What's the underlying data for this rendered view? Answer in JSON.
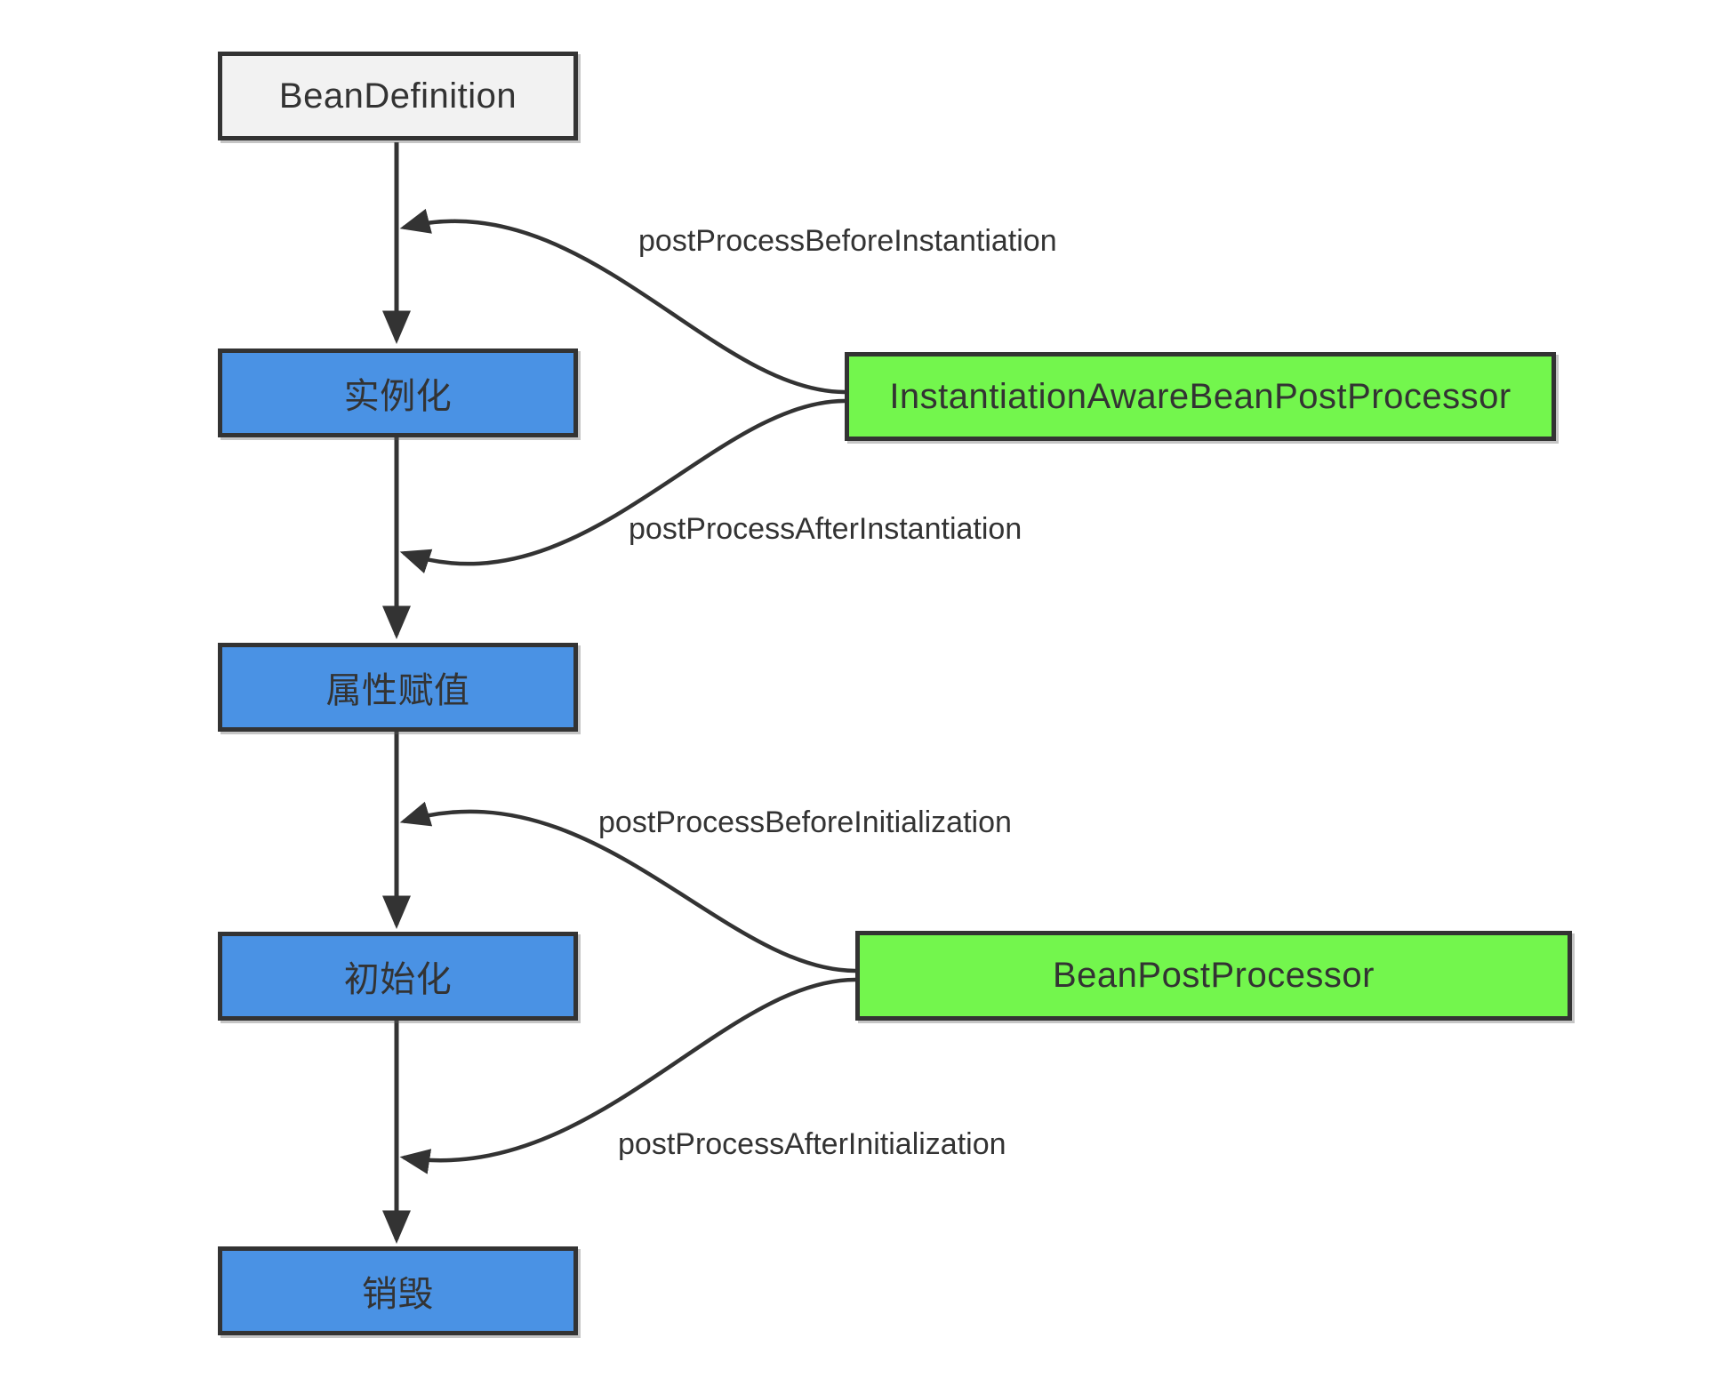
{
  "diagram": {
    "stages": [
      {
        "id": "bean-definition",
        "label": "BeanDefinition",
        "kind": "definition"
      },
      {
        "id": "instantiation",
        "label": "实例化",
        "kind": "stage"
      },
      {
        "id": "property-assignment",
        "label": "属性赋值",
        "kind": "stage"
      },
      {
        "id": "initialization",
        "label": "初始化",
        "kind": "stage"
      },
      {
        "id": "destruction",
        "label": "销毁",
        "kind": "stage"
      }
    ],
    "processors": [
      {
        "id": "instantiation-aware-bean-post-processor",
        "label": "InstantiationAwareBeanPostProcessor"
      },
      {
        "id": "bean-post-processor",
        "label": "BeanPostProcessor"
      }
    ],
    "edge_labels": [
      {
        "id": "post-process-before-instantiation",
        "label": "postProcessBeforeInstantiation"
      },
      {
        "id": "post-process-after-instantiation",
        "label": "postProcessAfterInstantiation"
      },
      {
        "id": "post-process-before-initialization",
        "label": "postProcessBeforeInitialization"
      },
      {
        "id": "post-process-after-initialization",
        "label": "postProcessAfterInitialization"
      }
    ],
    "colors": {
      "stage_fill": "#4A92E4",
      "processor_fill": "#73F64D",
      "definition_fill": "#F2F2F2",
      "stroke": "#333333",
      "text": "#333333",
      "background": "#FFFFFF"
    }
  }
}
